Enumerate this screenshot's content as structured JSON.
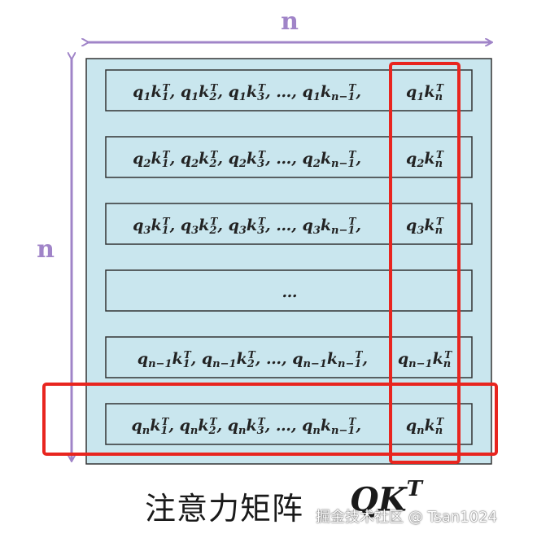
{
  "labels": {
    "top_dim": "n",
    "left_dim": "n"
  },
  "rows": [
    {
      "terms": [
        [
          "q",
          "1",
          "k",
          "1",
          "T"
        ],
        [
          "q",
          "1",
          "k",
          "2",
          "T"
        ],
        [
          "q",
          "1",
          "k",
          "3",
          "T"
        ],
        [
          "...",
          "",
          "",
          "",
          ""
        ],
        [
          "q",
          "1",
          "k",
          "n−1",
          "T"
        ]
      ],
      "last": [
        "q",
        "1",
        "k",
        "n",
        "T"
      ]
    },
    {
      "terms": [
        [
          "q",
          "2",
          "k",
          "1",
          "T"
        ],
        [
          "q",
          "2",
          "k",
          "2",
          "T"
        ],
        [
          "q",
          "2",
          "k",
          "3",
          "T"
        ],
        [
          "...",
          "",
          "",
          "",
          ""
        ],
        [
          "q",
          "2",
          "k",
          "n−1",
          "T"
        ]
      ],
      "last": [
        "q",
        "2",
        "k",
        "n",
        "T"
      ]
    },
    {
      "terms": [
        [
          "q",
          "3",
          "k",
          "1",
          "T"
        ],
        [
          "q",
          "3",
          "k",
          "2",
          "T"
        ],
        [
          "q",
          "3",
          "k",
          "3",
          "T"
        ],
        [
          "...",
          "",
          "",
          "",
          ""
        ],
        [
          "q",
          "3",
          "k",
          "n−1",
          "T"
        ]
      ],
      "last": [
        "q",
        "3",
        "k",
        "n",
        "T"
      ]
    },
    {
      "ellipsis": "…"
    },
    {
      "terms": [
        [
          "q",
          "n−1",
          "k",
          "1",
          "T"
        ],
        [
          "q",
          "n−1",
          "k",
          "2",
          "T"
        ],
        [
          "...",
          "",
          "",
          "",
          ""
        ],
        [
          "q",
          "n−1",
          "k",
          "n−1",
          "T"
        ]
      ],
      "last": [
        "q",
        "n−1",
        "k",
        "n",
        "T"
      ]
    },
    {
      "terms": [
        [
          "q",
          "n",
          "k",
          "1",
          "T"
        ],
        [
          "q",
          "n",
          "k",
          "2",
          "T"
        ],
        [
          "q",
          "n",
          "k",
          "3",
          "T"
        ],
        [
          "...",
          "",
          "",
          "",
          ""
        ],
        [
          "q",
          "n",
          "k",
          "n−1",
          "T"
        ]
      ],
      "last": [
        "q",
        "n",
        "k",
        "n",
        "T"
      ]
    }
  ],
  "caption": {
    "text": "注意力矩阵",
    "math_base": "QK",
    "math_sup": "T"
  },
  "watermark": "掘金技术社区 @ Tsan1024",
  "colors": {
    "matrix_fill": "#c9e6ee",
    "dim_arrow": "#a084c8",
    "highlight": "#e8251f",
    "row_border": "#333333"
  }
}
